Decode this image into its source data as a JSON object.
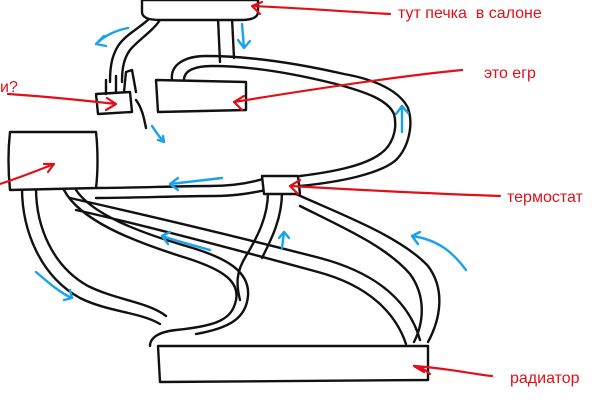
{
  "labels": {
    "heater": "тут печка  в салоне",
    "egr": "это егр",
    "cut_left": "и?",
    "thermostat": "термостат",
    "radiator": "радиатор"
  },
  "colors": {
    "annotation": "#e0101a",
    "flow": "#1aa3e8",
    "hose": "#111111"
  }
}
